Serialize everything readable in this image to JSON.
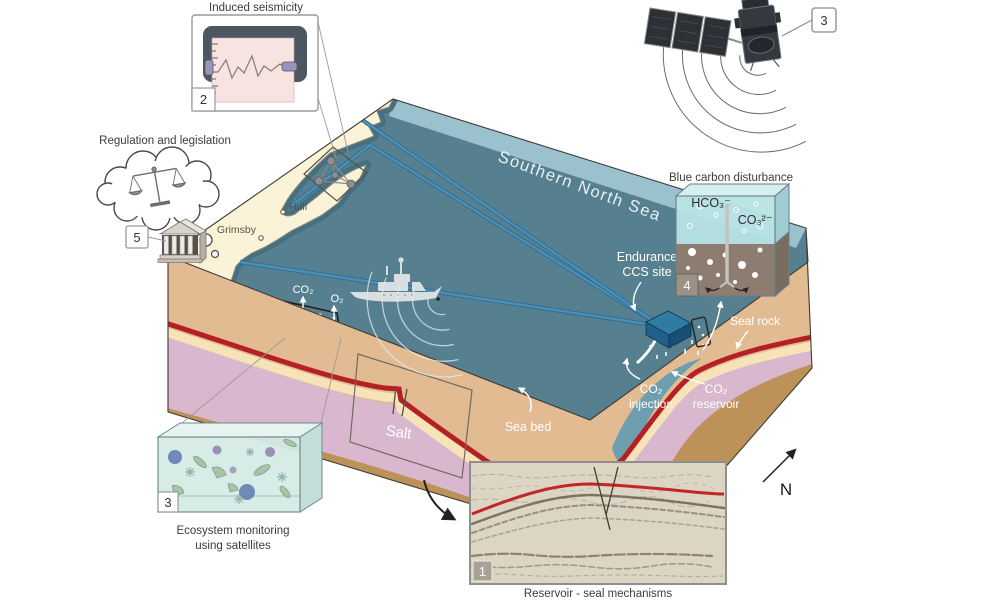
{
  "map": {
    "sea_name": "Southern North Sea",
    "city1": "Hull",
    "city2": "Grimsby",
    "site_line1": "Endurance",
    "site_line2": "CCS site",
    "seabed": "Sea bed",
    "co2": "CO₂",
    "o2": "O₂"
  },
  "section": {
    "salt": "Salt",
    "seal_rock": "Seal rock",
    "injection_line1": "CO₂",
    "injection_line2": "injection",
    "reservoir_line1": "CO₂",
    "reservoir_line2": "reservoir"
  },
  "callouts": {
    "seismicity": {
      "num": "2",
      "title": "Induced seismicity"
    },
    "satellite": {
      "num": "3"
    },
    "regulation": {
      "num": "5",
      "title": "Regulation and legislation"
    },
    "blue_carbon": {
      "num": "4",
      "title": "Blue carbon disturbance",
      "ion1": "HCO₃⁻",
      "ion2": "CO₃²⁻"
    },
    "ecosystem": {
      "num": "3",
      "cap1": "Ecosystem monitoring",
      "cap2": "using satellites"
    },
    "seismic_image": {
      "num": "1",
      "caption": "Reservoir - seal mechanisms"
    }
  },
  "compass": {
    "n": "N"
  },
  "colors": {
    "sea": "#56808f",
    "shallow_band": "#9cc1ce",
    "land": "#faf3d7",
    "seal_rock": "#b52025",
    "salt": "#d9b8cf",
    "reservoir": "#6f9fae",
    "platform": "#2f7ca3",
    "pipeline": "#4d8fb5"
  }
}
